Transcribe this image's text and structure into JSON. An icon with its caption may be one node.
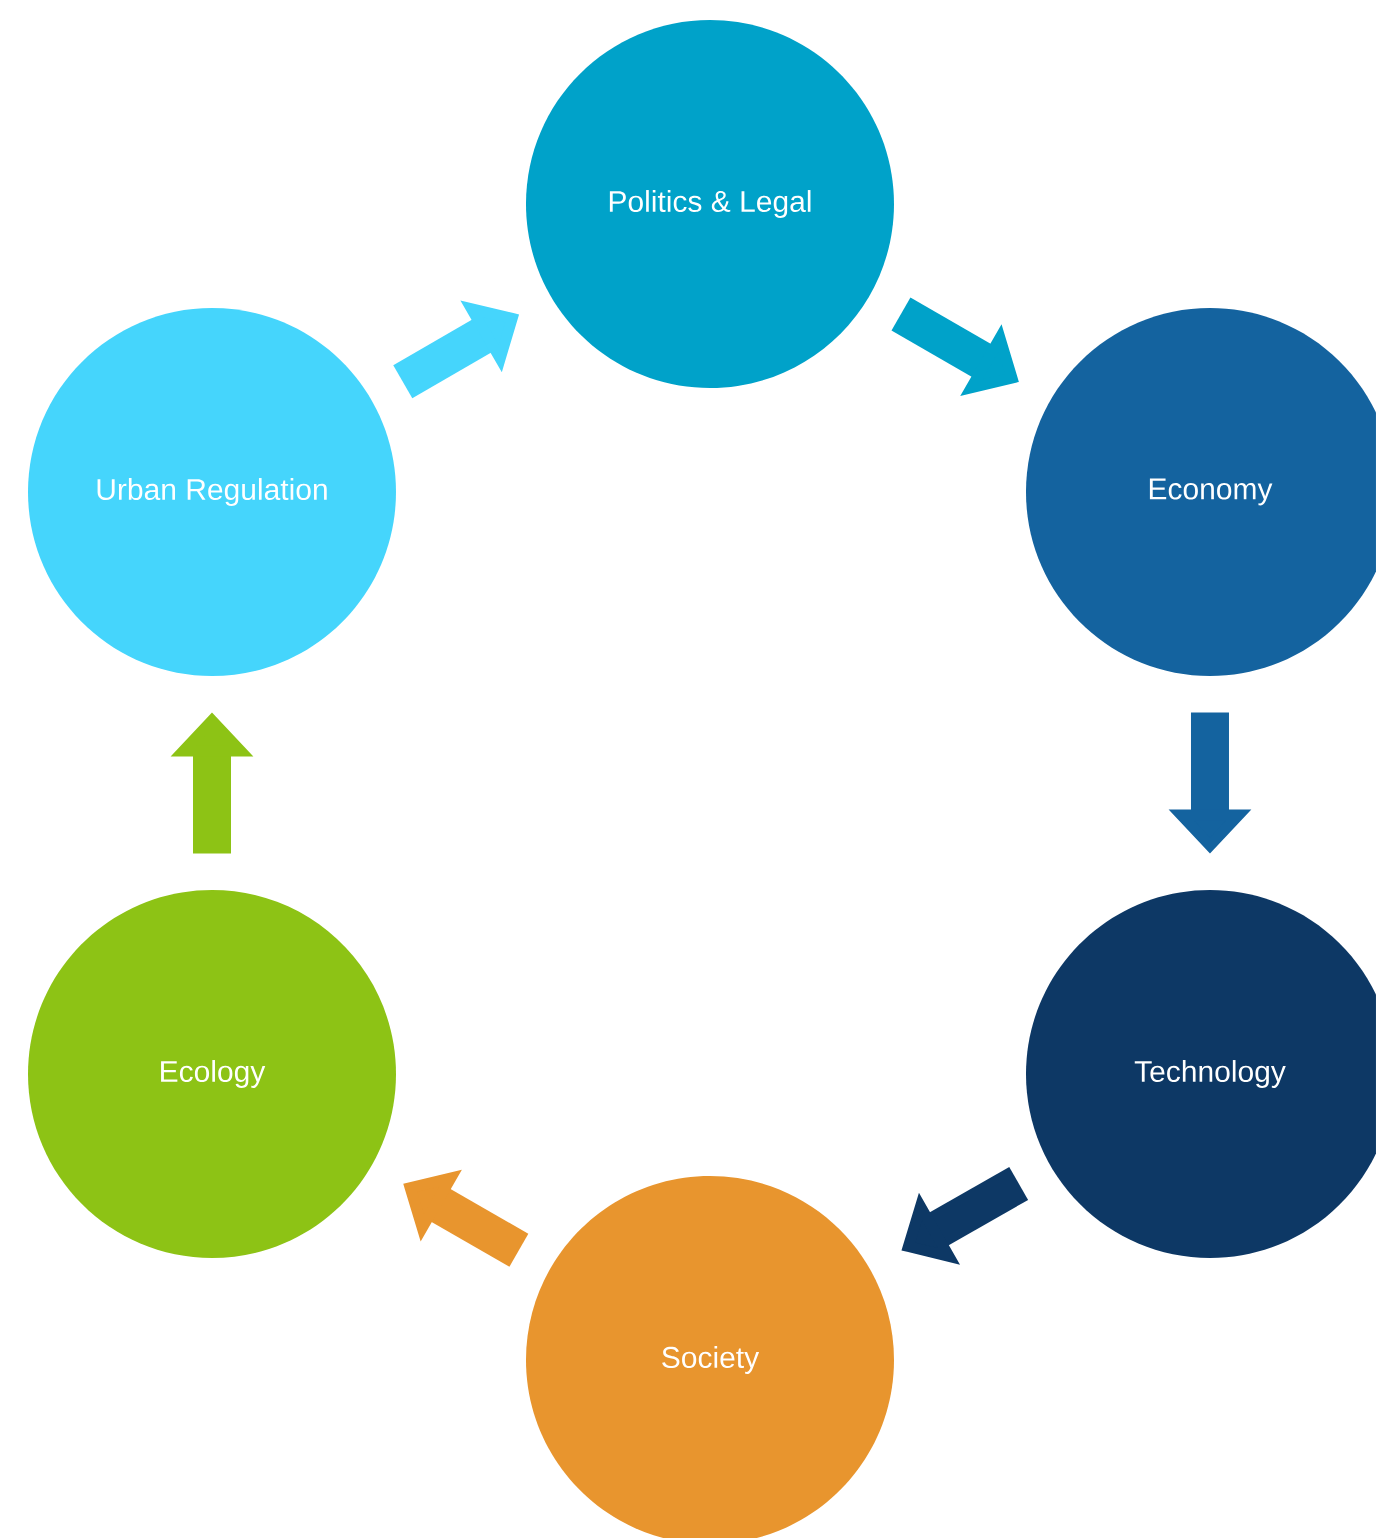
{
  "diagram": {
    "nodes": [
      {
        "text": [
          "Politics & Legal"
        ]
      },
      {
        "text": [
          "Economy"
        ]
      },
      {
        "text": [
          "Technology"
        ]
      },
      {
        "text": [
          "Society"
        ]
      },
      {
        "text": [
          "Ecology"
        ]
      },
      {
        "text": [
          "Urban Regulation"
        ]
      }
    ],
    "edges": [
      {
        "from": 5,
        "to": 0,
        "arrow": "to",
        "color": "#45d5fc"
      },
      {
        "from": 0,
        "to": 1,
        "arrow": "to",
        "color": "#00a2c9"
      },
      {
        "from": 1,
        "to": 2,
        "arrow": "to",
        "color": "#14639f"
      },
      {
        "from": 2,
        "to": 3,
        "arrow": "to",
        "color": "#0d3865"
      },
      {
        "from": 3,
        "to": 4,
        "arrow": "to",
        "color": "#e8952e"
      },
      {
        "from": 4,
        "to": 5,
        "arrow": "to",
        "color": "#8dc315"
      }
    ]
  }
}
